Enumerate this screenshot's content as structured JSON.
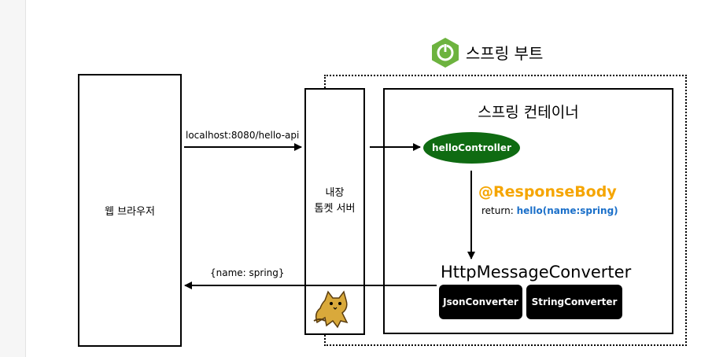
{
  "spring_boot": {
    "label": "스프링 부트",
    "logo_icon": "power-icon",
    "logo_color": "#6db33f"
  },
  "browser": {
    "label": "웹 브라우저"
  },
  "tomcat": {
    "label_line1": "내장",
    "label_line2": "톰켓 서버",
    "icon": "tomcat-cat-icon"
  },
  "container": {
    "title": "스프링 컨테이너"
  },
  "controller": {
    "label": "helloController",
    "color": "#0f6b12"
  },
  "request": {
    "url": "localhost:8080/hello-api"
  },
  "response": {
    "body": "{name: spring}"
  },
  "annotation": {
    "label": "@ResponseBody",
    "color": "#f5a500"
  },
  "return_stmt": {
    "prefix": "return: ",
    "value": "hello(name:spring)",
    "value_color": "#1a6fc9"
  },
  "converter": {
    "title": "HttpMessageConverter",
    "json": "JsonConverter",
    "string": "StringConverter"
  }
}
